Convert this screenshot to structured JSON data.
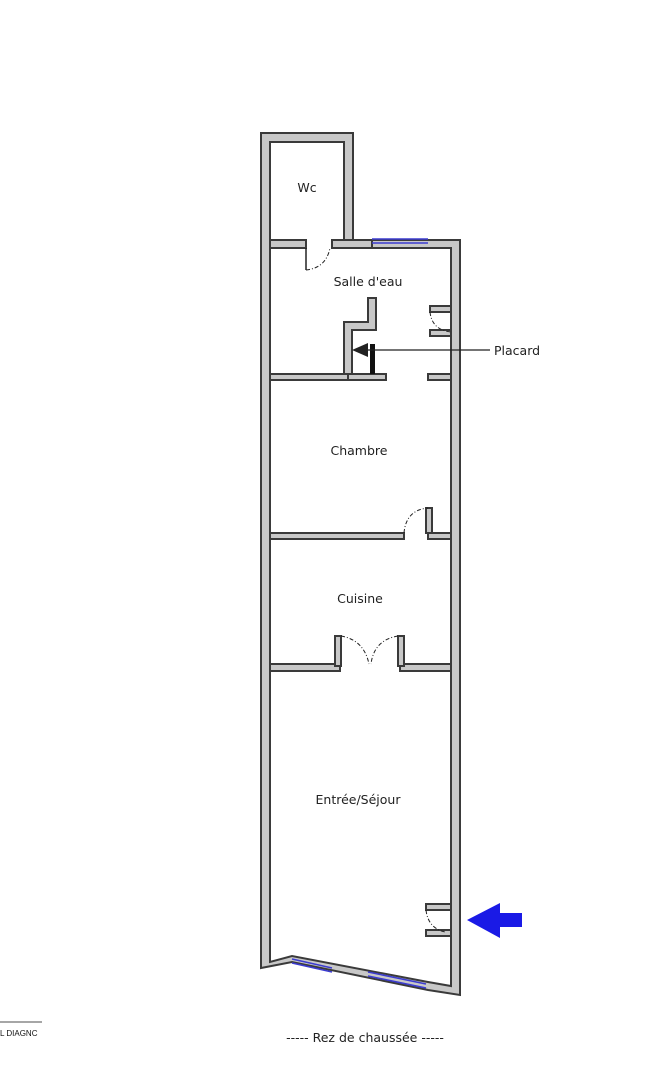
{
  "rooms": {
    "wc": "Wc",
    "salle_deau": "Salle d'eau",
    "chambre": "Chambre",
    "cuisine": "Cuisine",
    "entree_sejour": "Entrée/Séjour"
  },
  "callouts": {
    "placard": "Placard"
  },
  "caption": "----- Rez de chaussée -----",
  "footer_fragment": "L DIAGNC",
  "colors": {
    "wall_fill": "#c8c8c8",
    "wall_stroke": "#3a3a3a",
    "window": "#3b3bd0",
    "entry_arrow": "#1a1ae6"
  },
  "icons": {
    "entry_arrow": "arrow-left-icon"
  }
}
